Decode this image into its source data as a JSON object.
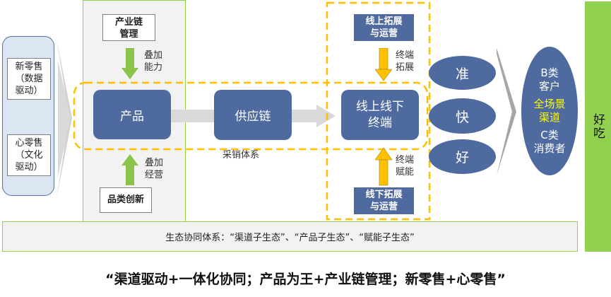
{
  "left_panel": {
    "new_retail": [
      "新零售",
      "（数据",
      "驱动）"
    ],
    "heart_retail": [
      "心零售",
      "（文化",
      "驱动）"
    ]
  },
  "industry_chain": {
    "top_box": [
      "产业链",
      "管理"
    ],
    "top_arrow_label": [
      "叠加",
      "能力"
    ],
    "bottom_box": "品类创新",
    "bottom_arrow_label": [
      "叠加",
      "经营"
    ]
  },
  "flow": {
    "product": "产品",
    "supply_chain": "供应链",
    "terminal": [
      "线上线下",
      "终端"
    ],
    "procurement_label": "采销体系"
  },
  "terminal_column": {
    "online_box": [
      "线上拓展",
      "与运营"
    ],
    "online_arrow_label": [
      "终端",
      "拓展"
    ],
    "offline_box": [
      "线下拓展",
      "与运营"
    ],
    "offline_arrow_label": [
      "终端",
      "赋能"
    ]
  },
  "qualities": [
    "准",
    "快",
    "好"
  ],
  "channels": {
    "b_class": [
      "B类",
      "客户"
    ],
    "full_scene": [
      "全场景",
      "渠道"
    ],
    "c_class": [
      "C类",
      "消费者"
    ]
  },
  "ecosystem": "生态协同体系：“渠道子生态”、“产品子生态”、“赋能子生态”",
  "goal": "好吃",
  "slogan": "“渠道驱动+一体化协同；产品为王+产业链管理；新零售+心零售”",
  "colors": {
    "blue": "#4e6a9f",
    "green": "#92d050",
    "orange_dash": "#ffc000",
    "yellow_text": "#ffff00",
    "panel_blue": "#dce6f2",
    "gray": "#d9d9d9"
  }
}
